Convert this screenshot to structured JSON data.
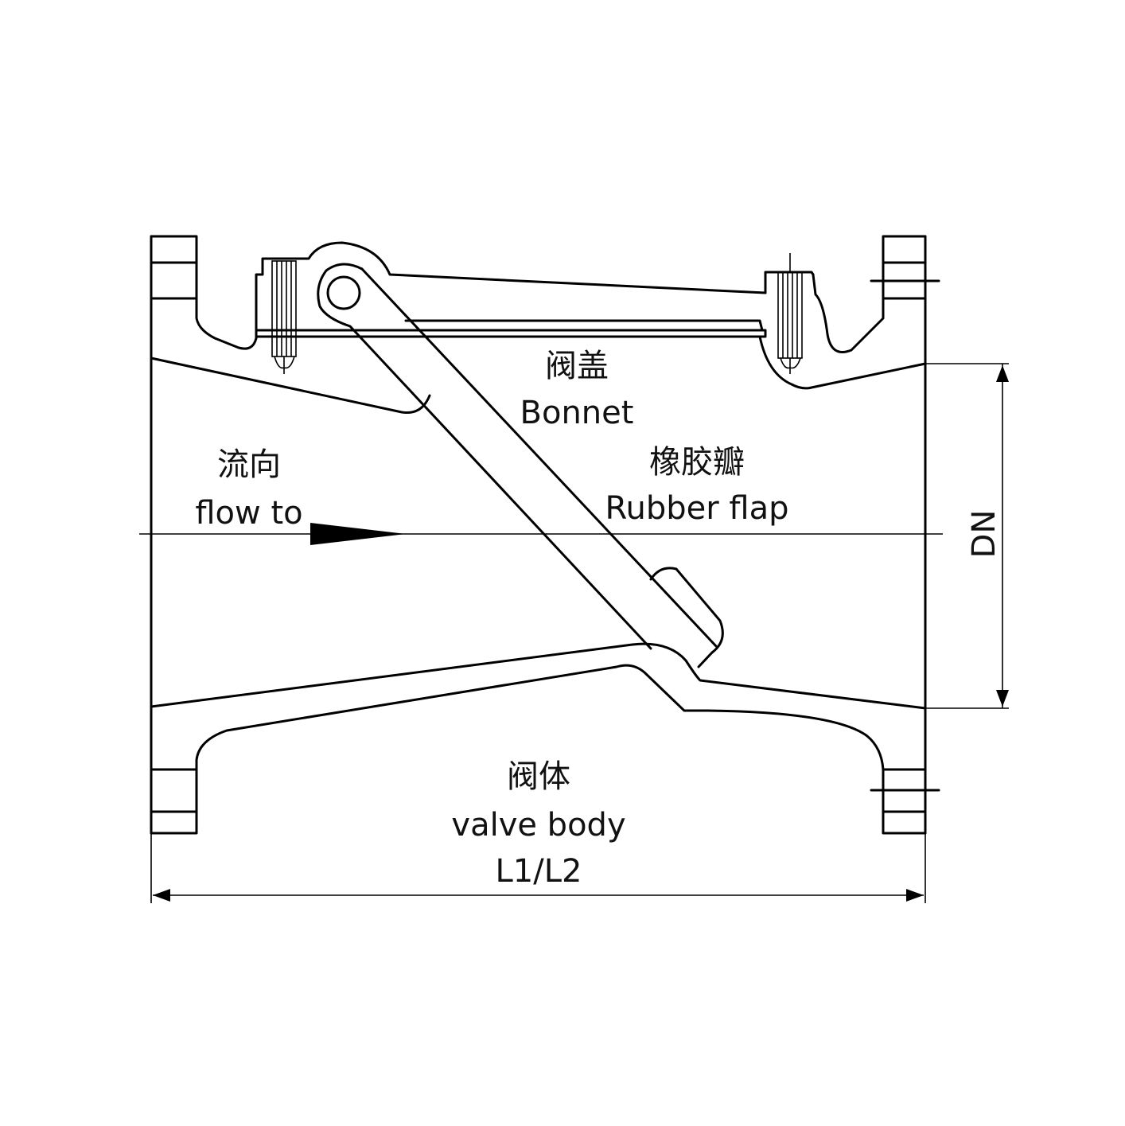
{
  "labels": {
    "bonnet_cn": "阀盖",
    "bonnet_en": "Bonnet",
    "flap_cn": "橡胶瓣",
    "flap_en": "Rubber flap",
    "flow_cn": "流向",
    "flow_en": "flow to",
    "body_cn": "阀体",
    "body_en": "valve body",
    "length": "L1/L2",
    "diameter": "DN"
  },
  "colors": {
    "line": "#000000",
    "background": "#ffffff"
  }
}
